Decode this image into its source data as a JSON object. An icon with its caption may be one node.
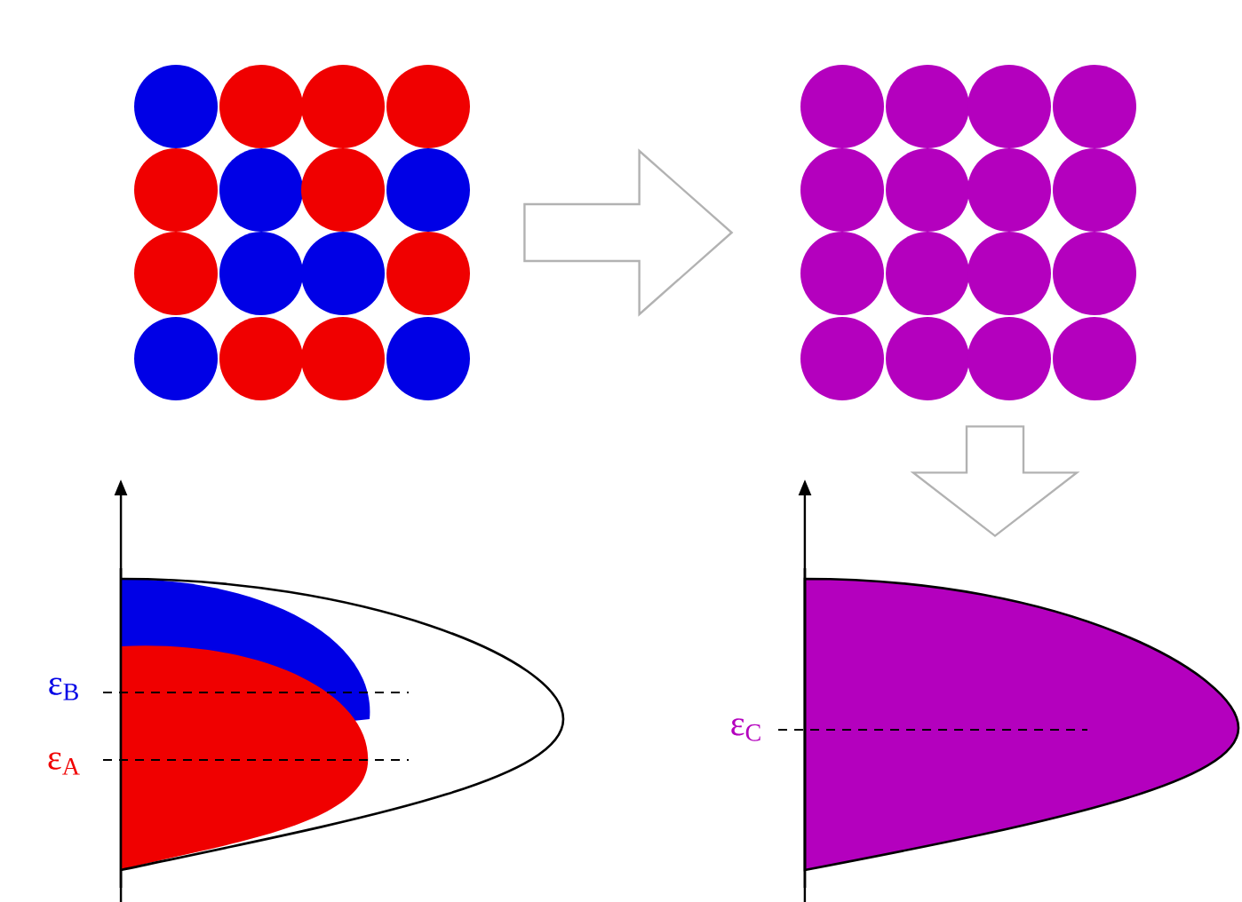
{
  "diagram": {
    "nodes": [
      {
        "text": [],
        "shape": "picture"
      },
      {
        "text": [],
        "shape": "picture"
      },
      {
        "text": [],
        "shape": "picture"
      },
      {
        "text": [],
        "shape": "picture"
      }
    ],
    "edges": [
      {
        "from": 0,
        "to": 1,
        "arrow": "to"
      },
      {
        "from": 1,
        "to": 3,
        "arrow": "to"
      }
    ],
    "labels": [
      "ε$_{B}$",
      "ε$_{A}$",
      "ε$_{C}$"
    ]
  }
}
